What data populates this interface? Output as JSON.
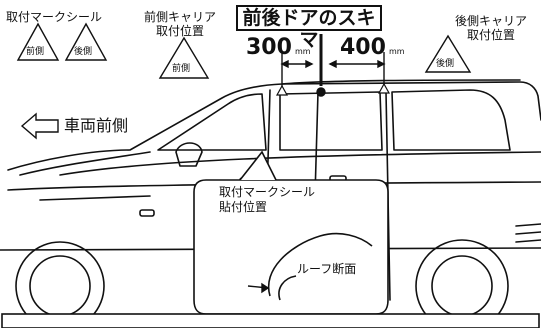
{
  "labels": {
    "mark_seal": "取付マークシール",
    "front_carrier": "前側キャリア\n取付位置",
    "rear_carrier": "後側キャリア\n取付位置",
    "gap_title": "前後ドアのスキマ",
    "dim_front": "300",
    "dim_rear": "400",
    "dim_unit": "mm",
    "vehicle_front": "車両前側",
    "mark_seal_position": "取付マークシール\n貼付位置",
    "roof_section": "ルーフ断面"
  },
  "triangles": {
    "front": "前側",
    "rear": "後側"
  }
}
